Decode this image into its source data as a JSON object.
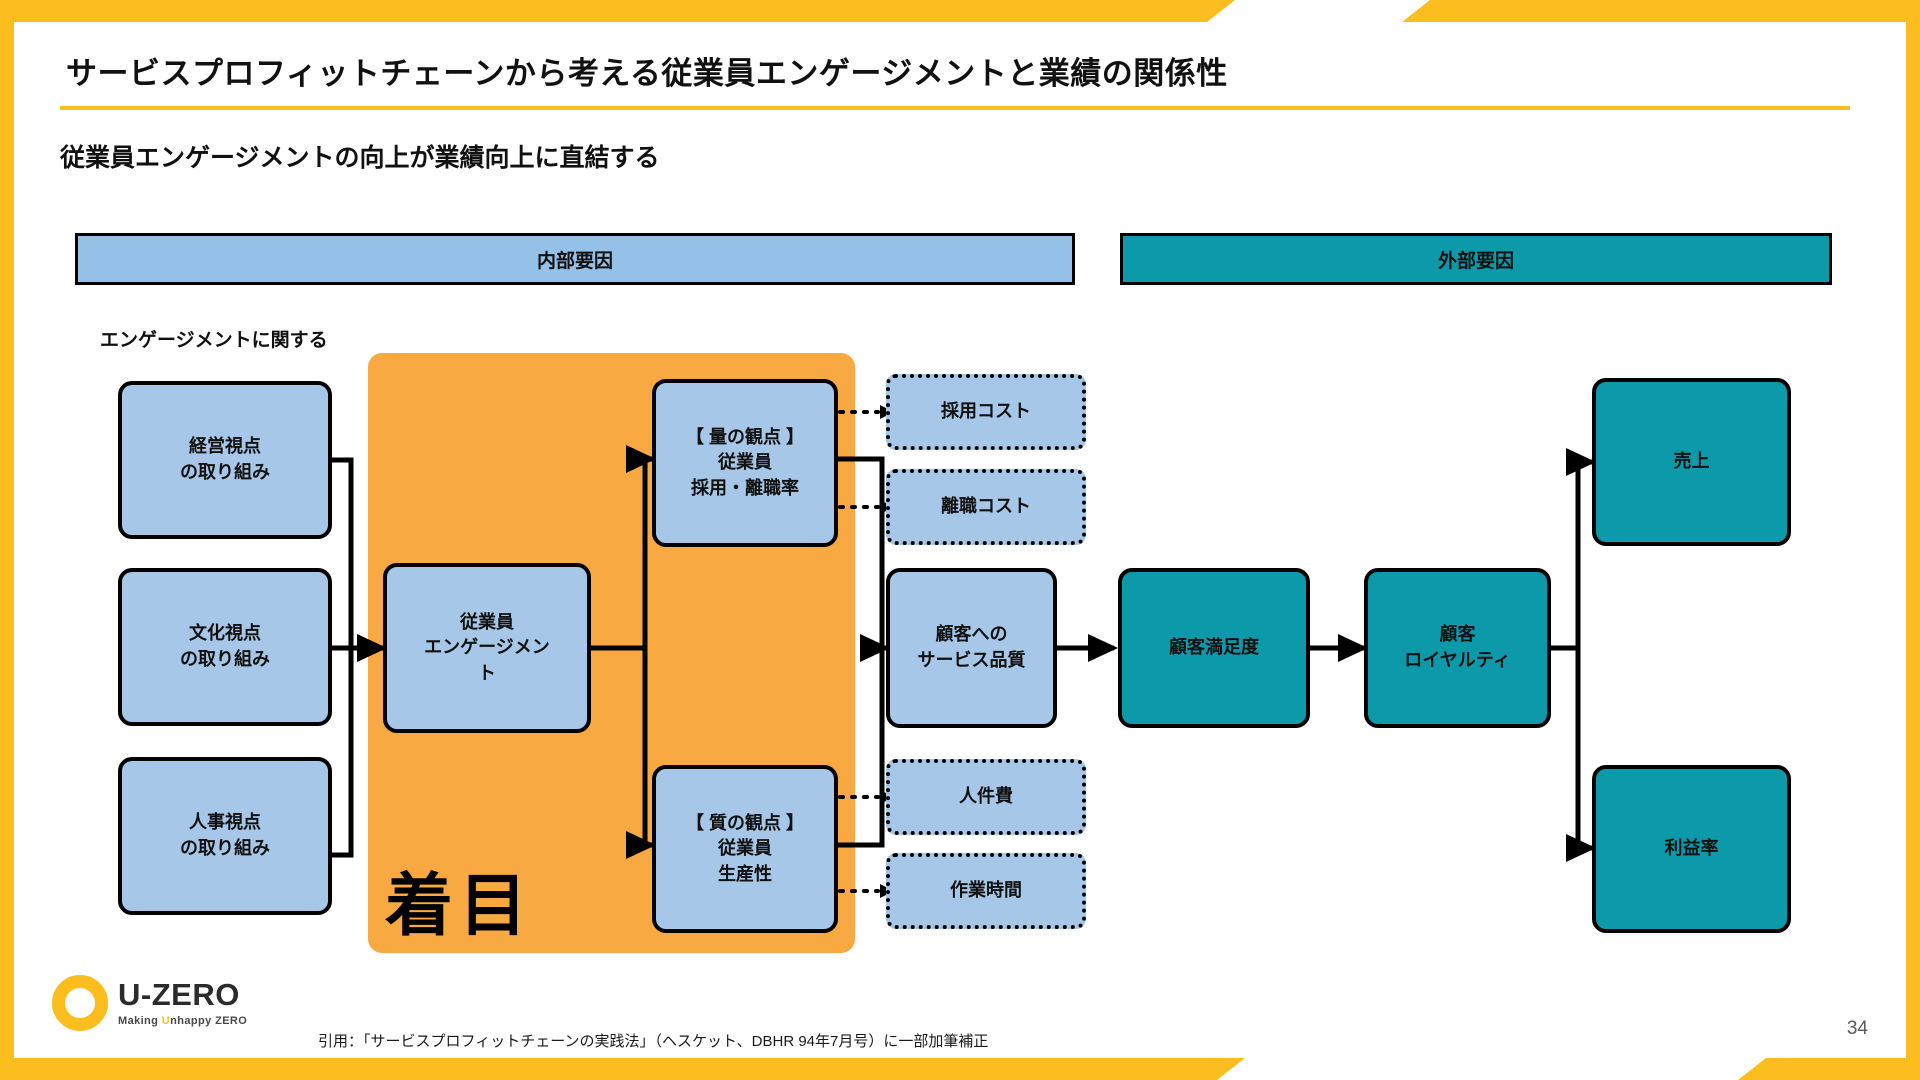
{
  "header": {
    "title": "サービスプロフィットチェーンから考える従業員エンゲージメントと業績の関係性",
    "subtitle": "従業員エンゲージメントの向上が業績向上に直結する"
  },
  "section_bars": {
    "internal": "内部要因",
    "external": "外部要因"
  },
  "diagram": {
    "group_label": "エンゲージメントに関する",
    "focus_stamp": "着目",
    "nodes": {
      "mgmt_view": {
        "line1": "経営視点",
        "line2": "の取り組み"
      },
      "culture_view": {
        "line1": "文化視点",
        "line2": "の取り組み"
      },
      "hr_view": {
        "line1": "人事視点",
        "line2": "の取り組み"
      },
      "engagement": {
        "line1": "従業員",
        "line2": "エンゲージメン",
        "line3": "ト"
      },
      "quantity": {
        "line1": "【 量の観点 】",
        "line2": "従業員",
        "line3": "採用・離職率"
      },
      "quality": {
        "line1": "【 質の観点 】",
        "line2": "従業員",
        "line3": "生産性"
      },
      "hiring_cost": {
        "line1": "採用コスト"
      },
      "turnover_cost": {
        "line1": "離職コスト"
      },
      "service_quality": {
        "line1": "顧客への",
        "line2": "サービス品質"
      },
      "labor_cost": {
        "line1": "人件費"
      },
      "work_hours": {
        "line1": "作業時間"
      },
      "satisfaction": {
        "line1": "顧客満足度"
      },
      "loyalty": {
        "line1": "顧客",
        "line2": "ロイヤルティ"
      },
      "sales": {
        "line1": "売上"
      },
      "profit_rate": {
        "line1": "利益率"
      }
    }
  },
  "footer": {
    "logo_name": "U-ZERO",
    "logo_tag_pre": "Making ",
    "logo_tag_hl": "U",
    "logo_tag_post": "nhappy ZERO",
    "citation": "引用：「サービスプロフィットチェーンの実践法」（ヘスケット、DBHR 94年7月号）に一部加筆補正",
    "page_number": "34"
  },
  "colors": {
    "accent_yellow": "#FBBE1E",
    "light_blue": "#A6C7E7",
    "bar_blue": "#95C1E9",
    "teal": "#0C9AAB",
    "orange": "#F8A942"
  }
}
